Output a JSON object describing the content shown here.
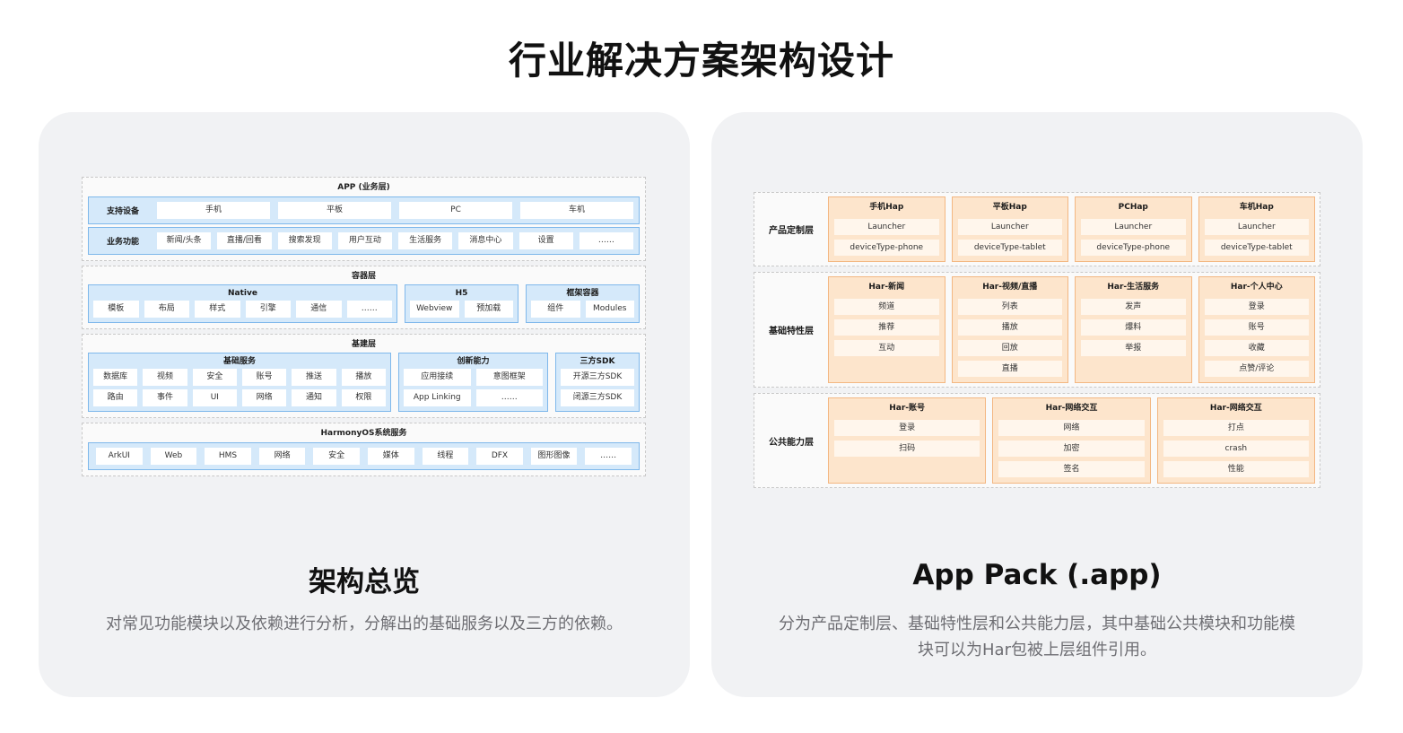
{
  "page_title": "行业解决方案架构设计",
  "left_card": {
    "title": "架构总览",
    "description": "对常见功能模块以及依赖进行分析，分解出的基础服务以及三方的依赖。",
    "diagram": {
      "app_layer": {
        "name": "APP (业务层)",
        "rows": [
          {
            "label": "支持设备",
            "cells": [
              "手机",
              "平板",
              "PC",
              "车机"
            ]
          },
          {
            "label": "业务功能",
            "cells": [
              "新闻/头条",
              "直播/回看",
              "搜索发现",
              "用户互动",
              "生活服务",
              "消息中心",
              "设置",
              "……"
            ]
          }
        ]
      },
      "container_layer": {
        "name": "容器层",
        "groups": [
          {
            "name": "Native",
            "cells": [
              "模板",
              "布局",
              "样式",
              "引擎",
              "通信",
              "……"
            ]
          },
          {
            "name": "H5",
            "cells": [
              "Webview",
              "预加载"
            ]
          },
          {
            "name": "框架容器",
            "cells": [
              "组件",
              "Modules"
            ]
          }
        ]
      },
      "base_layer": {
        "name": "基建层",
        "groups": [
          {
            "name": "基础服务",
            "cells": [
              "数据库",
              "视频",
              "安全",
              "账号",
              "推送",
              "播放",
              "路由",
              "事件",
              "UI",
              "网络",
              "通知",
              "权限"
            ]
          },
          {
            "name": "创新能力",
            "cells": [
              "应用接续",
              "意图框架",
              "App Linking",
              "……"
            ]
          },
          {
            "name": "三方SDK",
            "cells": [
              "开源三方SDK",
              "闭源三方SDK"
            ]
          }
        ]
      },
      "os_layer": {
        "name": "HarmonyOS系统服务",
        "cells": [
          "ArkUI",
          "Web",
          "HMS",
          "网络",
          "安全",
          "媒体",
          "线程",
          "DFX",
          "图形图像",
          "……"
        ]
      }
    }
  },
  "right_card": {
    "title": "App Pack (.app)",
    "description_line1": "分为产品定制层、基础特性层和公共能力层，其中基础公共模块和功能模",
    "description_line2": "块可以为Har包被上层组件引用。",
    "diagram": {
      "product_layer": {
        "name": "产品定制层",
        "boxes": [
          {
            "name": "手机Hap",
            "items": [
              "Launcher",
              "deviceType-phone"
            ]
          },
          {
            "name": "平板Hap",
            "items": [
              "Launcher",
              "deviceType-tablet"
            ]
          },
          {
            "name": "PCHap",
            "items": [
              "Launcher",
              "deviceType-phone"
            ]
          },
          {
            "name": "车机Hap",
            "items": [
              "Launcher",
              "deviceType-tablet"
            ]
          }
        ]
      },
      "feature_layer": {
        "name": "基础特性层",
        "boxes": [
          {
            "name": "Har-新闻",
            "items": [
              "频道",
              "推荐",
              "互动"
            ]
          },
          {
            "name": "Har-视频/直播",
            "items": [
              "列表",
              "播放",
              "回放",
              "直播"
            ]
          },
          {
            "name": "Har-生活服务",
            "items": [
              "发声",
              "爆料",
              "举报"
            ]
          },
          {
            "name": "Har-个人中心",
            "items": [
              "登录",
              "账号",
              "收藏",
              "点赞/评论"
            ]
          }
        ]
      },
      "common_layer": {
        "name": "公共能力层",
        "boxes": [
          {
            "name": "Har-账号",
            "items": [
              "登录",
              "扫码"
            ]
          },
          {
            "name": "Har-网络交互",
            "items": [
              "网络",
              "加密",
              "签名"
            ]
          },
          {
            "name": "Har-网络交互",
            "items": [
              "打点",
              "crash",
              "性能"
            ]
          }
        ]
      }
    }
  }
}
